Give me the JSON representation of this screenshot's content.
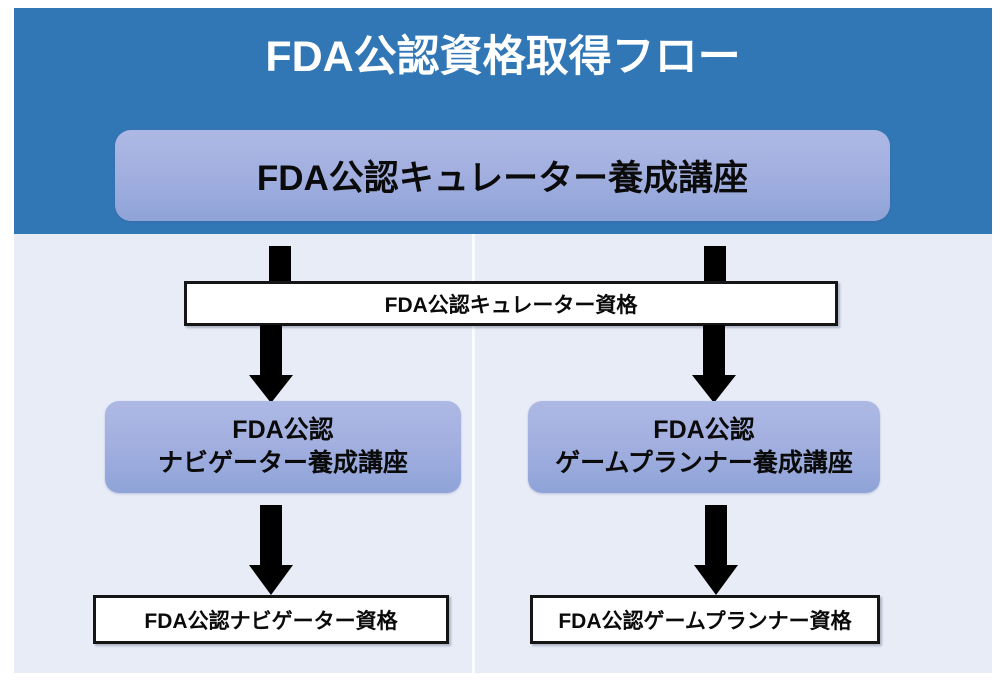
{
  "slide": {
    "title": "FDA公認資格取得フロー",
    "colors": {
      "header_band": "#3277b5",
      "panel_background": "#e8ecf7",
      "course_box_gradient_top": "#adb8e4",
      "course_box_gradient_bottom": "#8fa3d8",
      "cert_box_fill": "#ffffff",
      "cert_box_border": "#151515",
      "arrow_fill": "#000000",
      "title_text": "#ffffff",
      "body_text": "#0b0b0b"
    }
  },
  "flow": {
    "root_course": {
      "label": "FDA公認キュレーター養成講座",
      "type": "course"
    },
    "root_certification": {
      "label": "FDA公認キュレーター資格",
      "type": "certification"
    },
    "branches": [
      {
        "course_line1": "FDA公認",
        "course_line2": "ナビゲーター養成講座",
        "certification": "FDA公認ナビゲーター資格"
      },
      {
        "course_line1": "FDA公認",
        "course_line2": "ゲームプランナー養成講座",
        "certification": "FDA公認ゲームプランナー資格"
      }
    ],
    "connectors": [
      {
        "name": "curator-course-to-curator-cert-left",
        "has_head": false
      },
      {
        "name": "curator-course-to-curator-cert-right",
        "has_head": false
      },
      {
        "name": "curator-cert-to-navigator-course",
        "has_head": true
      },
      {
        "name": "curator-cert-to-gameplanner-course",
        "has_head": true
      },
      {
        "name": "navigator-course-to-navigator-cert",
        "has_head": true
      },
      {
        "name": "gameplanner-course-to-gameplanner-cert",
        "has_head": true
      }
    ]
  }
}
